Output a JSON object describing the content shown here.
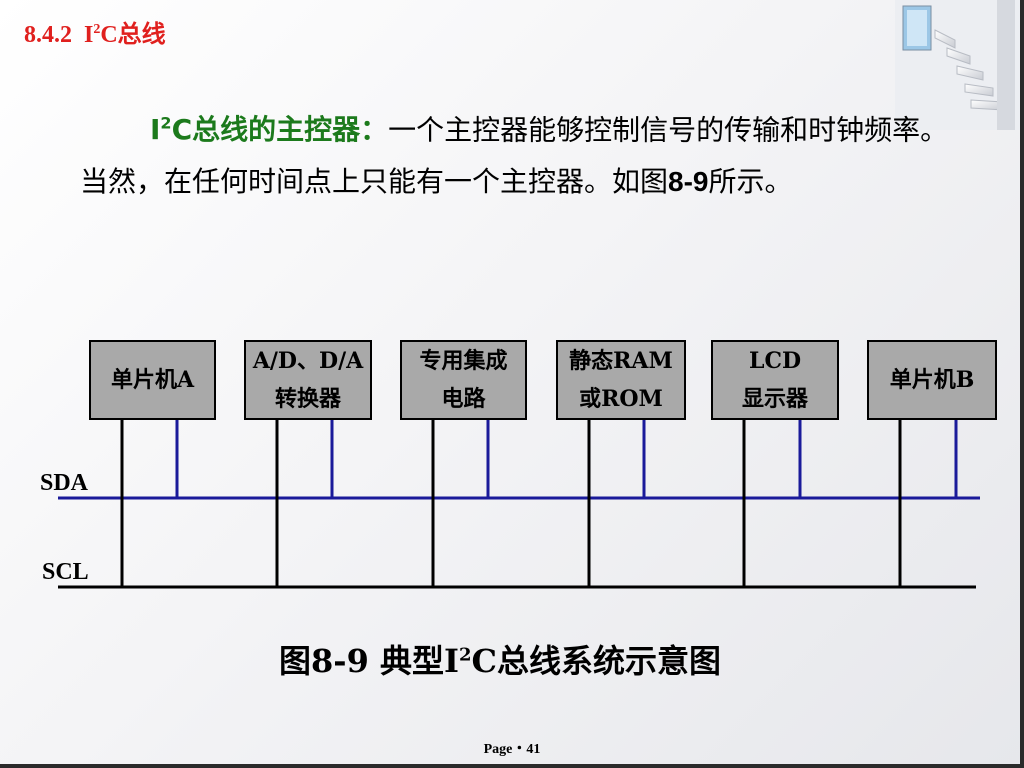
{
  "header": {
    "section_number": "8.4.2",
    "title_i": "I",
    "title_sup": "2",
    "title_rest": "C总线"
  },
  "paragraph": {
    "highlight_i": "I",
    "highlight_sup": "2",
    "highlight_rest": "C总线的主控器：",
    "text_part1": "一个主控器能够控制信号的传输和时钟频率。当然，在任何时间点上只能有一个主控器。如图",
    "figure_ref": "8-9",
    "text_part2": "所示。"
  },
  "diagram": {
    "devices": [
      {
        "line1": "单片机A",
        "line2": ""
      },
      {
        "line1": "A/D、D/A",
        "line2": "转换器"
      },
      {
        "line1": "专用集成",
        "line2": "电路"
      },
      {
        "line1": "静态RAM",
        "line2": "或ROM"
      },
      {
        "line1": "LCD",
        "line2": "显示器"
      },
      {
        "line1": "单片机B",
        "line2": ""
      }
    ],
    "sda_label": "SDA",
    "scl_label": "SCL",
    "colors": {
      "box_fill": "#a9a9a9",
      "sda_line": "#1a1a9a",
      "scl_line": "#000000"
    }
  },
  "caption": {
    "prefix": "图8-9  典型I",
    "sup": "2",
    "suffix": "C总线系统示意图"
  },
  "footer": {
    "page": "Page・41"
  }
}
